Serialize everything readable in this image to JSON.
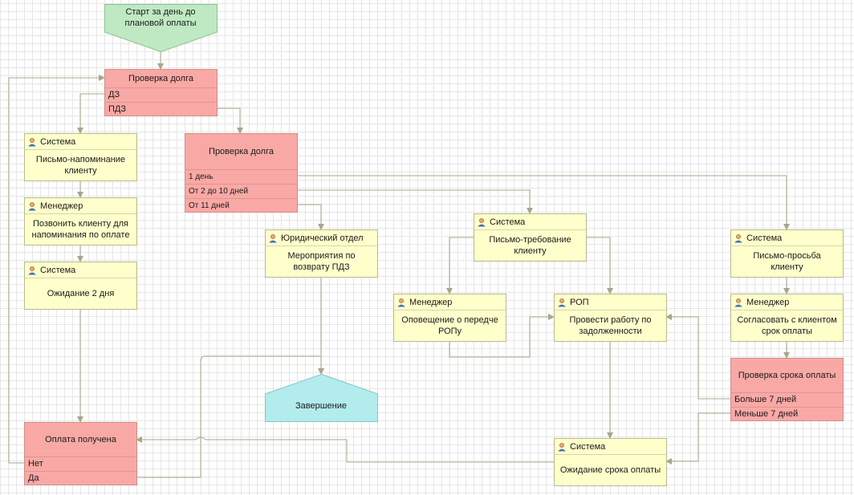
{
  "start": {
    "text": "Старт за день до плановой оплаты"
  },
  "check1": {
    "title": "Проверка долга",
    "options": [
      "ДЗ",
      "ПДЗ"
    ]
  },
  "task_reminder": {
    "role": "Система",
    "text": "Письмо-напоминание клиенту"
  },
  "task_call": {
    "role": "Менеджер",
    "text": "Позвонить клиенту для напоминания по оплате"
  },
  "task_wait2": {
    "role": "Система",
    "text": "Ожидание 2 дня"
  },
  "check_paid": {
    "title": "Оплата получена",
    "options": [
      "Нет",
      "Да"
    ]
  },
  "check2": {
    "title": "Проверка долга",
    "options": [
      "1 день",
      "От 2 до 10 дней",
      "От 11 дней"
    ]
  },
  "task_legal": {
    "role": "Юридический отдел",
    "text": "Мероприятия по возврату ПДЗ"
  },
  "end": {
    "text": "Завершение"
  },
  "task_demand": {
    "role": "Система",
    "text": "Письмо-требование клиенту"
  },
  "task_notify": {
    "role": "Менеджер",
    "text": "Оповещение о передче РОПу"
  },
  "task_rop": {
    "role": "РОП",
    "text": "Провести работу по задолженности"
  },
  "task_waitdue": {
    "role": "Система",
    "text": "Ожидание срока оплаты"
  },
  "task_request": {
    "role": "Система",
    "text": "Письмо-просьба клиенту"
  },
  "task_agree": {
    "role": "Менеджер",
    "text": "Согласовать с клиентом срок оплаты"
  },
  "check_due": {
    "title": "Проверка срока оплаты",
    "options": [
      "Больше 7 дней",
      "Меньше 7 дней"
    ]
  },
  "colors": {
    "task_fill": "#ffffcc",
    "condition_fill": "#f9a9a5",
    "start_fill": "#bfe9c2",
    "end_fill": "#b3ecec",
    "connector": "#a8a68b"
  },
  "icons": {
    "performer": "user-icon"
  }
}
